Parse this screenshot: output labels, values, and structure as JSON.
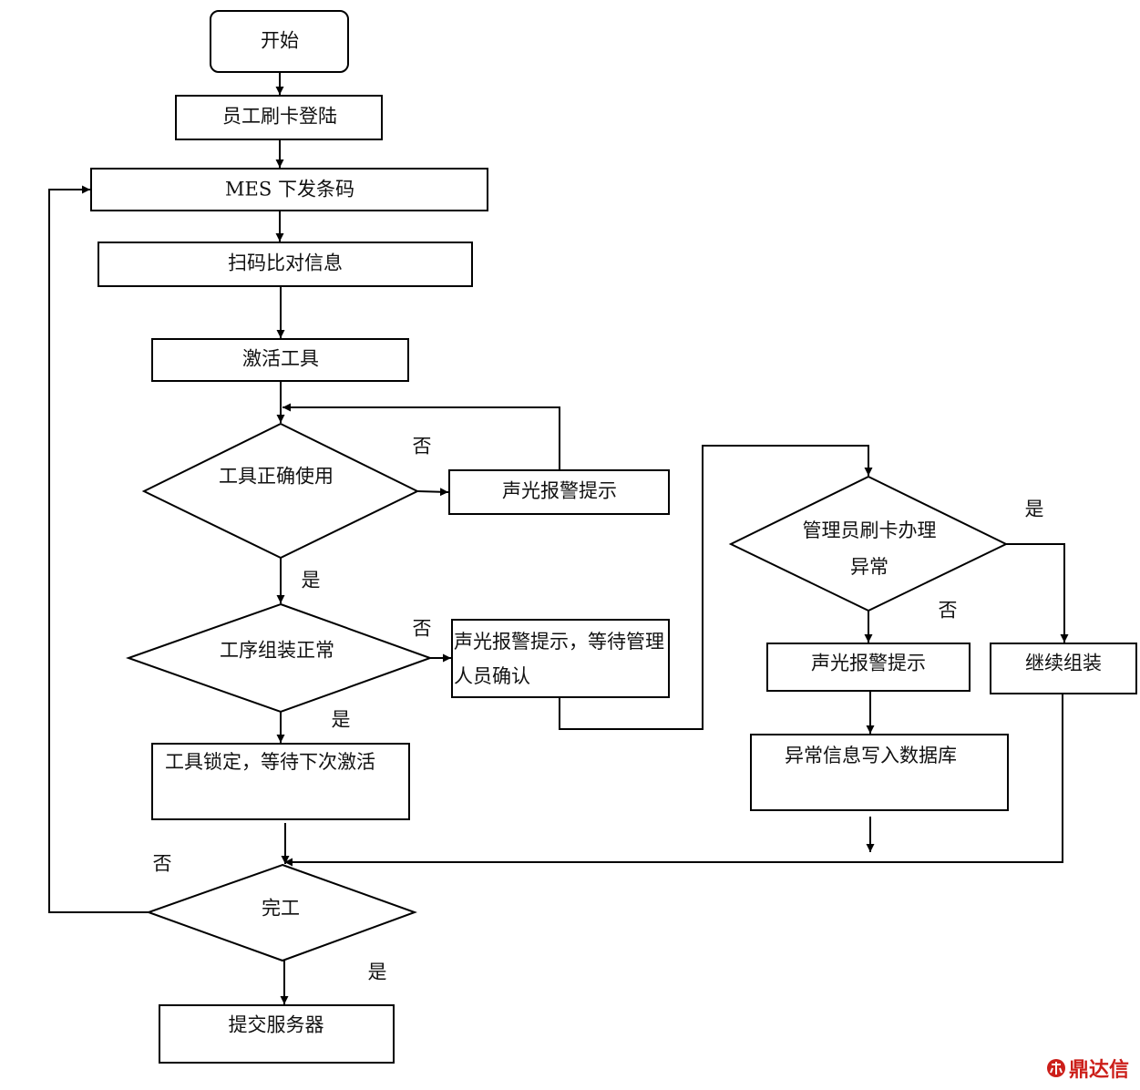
{
  "nodes": {
    "start": "开始",
    "login": "员工刷卡登陆",
    "mes": "MES 下发条码",
    "scan": "扫码比对信息",
    "activate": "激活工具",
    "tool_check": "工具正确使用",
    "alarm1": "声光报警提示",
    "process_check": "工序组装正常",
    "alarm_wait": "声光报警提示，等待管理人员确认",
    "lock": "工具锁定，等待下次激活",
    "admin_check": "管理员刷卡办理异常",
    "alarm2": "声光报警提示",
    "continue": "继续组装",
    "write_db": "异常信息写入数据库",
    "done_check": "完工",
    "submit": "提交服务器"
  },
  "edge_labels": {
    "no": "否",
    "yes": "是"
  },
  "watermark": "鼎达信"
}
